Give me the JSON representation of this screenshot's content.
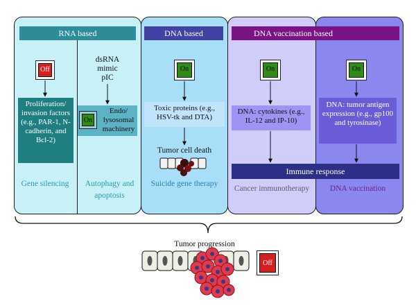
{
  "panels": {
    "rna": {
      "header": "RNA based",
      "gene_silencing": {
        "switch": "Off",
        "box": "Proliferation/ invasion factors (e.g., PAR-1, N-cadherin, and Bcl-2)",
        "caption": "Gene silencing"
      },
      "autophagy": {
        "label": "dsRNA mimic pIC",
        "switch": "On",
        "box": "Endo/ lysosomal machinery",
        "caption": "Autophagy and apoptosis"
      }
    },
    "dna": {
      "header": "DNA based",
      "switch": "On",
      "box": "Toxic proteins (e.g., HSV-tk and DTA)",
      "outcome": "Tumor cell death",
      "caption": "Suicide gene therapy"
    },
    "vaccination": {
      "header": "DNA vaccination based",
      "immunotherapy": {
        "switch": "On",
        "box": "DNA: cytokines (e.g., IL-12 and IP-10)",
        "caption": "Cancer immunotherapy"
      },
      "dna_vaccination": {
        "switch": "On",
        "box": "DNA: tumor antigen expression (e.g., gp100 and tyrosinase)",
        "caption": "DNA vaccination"
      },
      "immune_response": "Immune response"
    }
  },
  "bottom": {
    "label": "Tumor progression",
    "switch": "Off"
  },
  "colors": {
    "rna_panel": "#c7f1f7",
    "rna_header": "#2c8c98",
    "rna_box": "#1f7e7f",
    "rna_caption": "#2a9aa8",
    "dna_panel": "#a8def8",
    "dna_header": "#3f43a3",
    "dna_box": "#a8d5fb",
    "dna_caption": "#2a7fb0",
    "cancer_panel": "#d0cdfa",
    "vacc_panel": "#8a88ef",
    "vacc_header": "#7b1385",
    "vacc_box": "#6a5bd6",
    "immune_bar": "#2b2f86",
    "on_switch": "#2e8b18",
    "off_switch": "#d52020"
  }
}
